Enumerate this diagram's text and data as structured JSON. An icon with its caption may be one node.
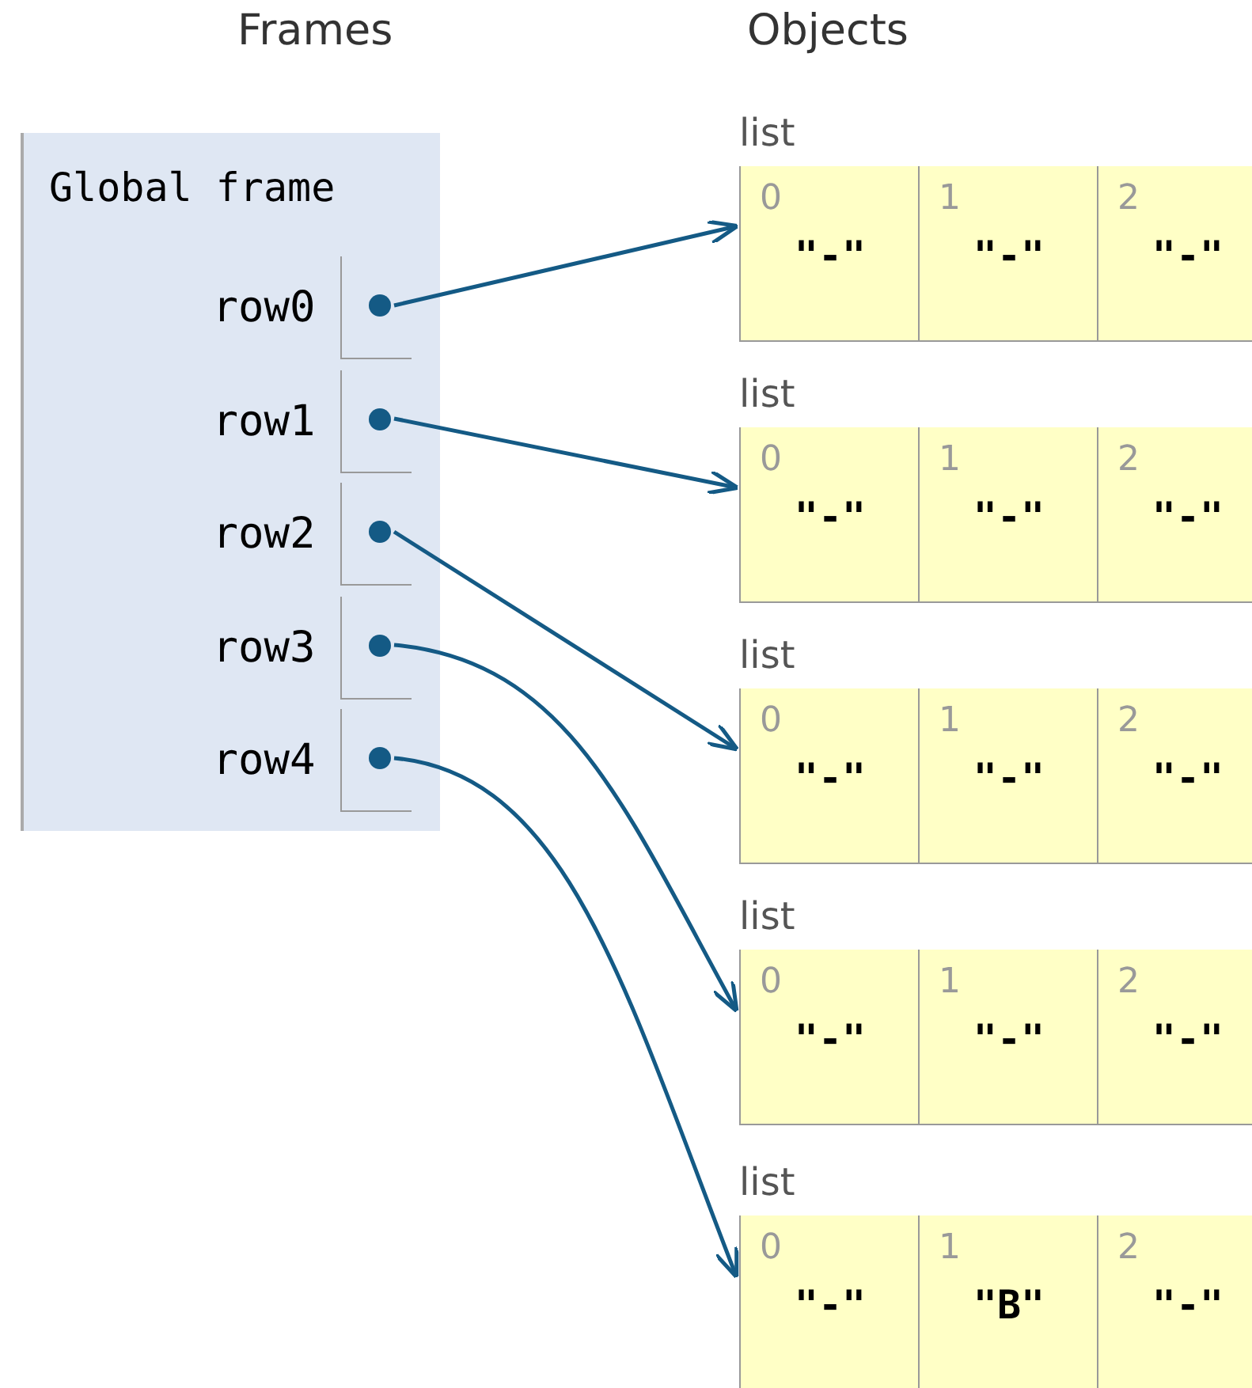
{
  "diagram": {
    "nodes": [
      {
        "text": [
          "Global frame"
        ]
      },
      {
        "text": [
          "row0"
        ],
        "in": 0
      },
      {
        "text": [
          "row1"
        ],
        "in": 0
      },
      {
        "text": [
          "row2"
        ],
        "in": 0
      },
      {
        "text": [
          "row3"
        ],
        "in": 0
      },
      {
        "text": [
          "row4"
        ],
        "in": 0
      },
      {
        "text": [
          "list"
        ]
      },
      {
        "text": [
          "0",
          "\"-\""
        ],
        "in": 6
      },
      {
        "text": [
          "1",
          "\"-\""
        ],
        "in": 6
      },
      {
        "text": [
          "2",
          "\"-\""
        ],
        "in": 6
      },
      {
        "text": [
          "list"
        ]
      },
      {
        "text": [
          "0",
          "\"-\""
        ],
        "in": 10
      },
      {
        "text": [
          "1",
          "\"-\""
        ],
        "in": 10
      },
      {
        "text": [
          "2",
          "\"-\""
        ],
        "in": 10
      },
      {
        "text": [
          "list"
        ]
      },
      {
        "text": [
          "0",
          "\"-\""
        ],
        "in": 14
      },
      {
        "text": [
          "1",
          "\"-\""
        ],
        "in": 14
      },
      {
        "text": [
          "2",
          "\"-\""
        ],
        "in": 14
      },
      {
        "text": [
          "list"
        ]
      },
      {
        "text": [
          "0",
          "\"-\""
        ],
        "in": 18
      },
      {
        "text": [
          "1",
          "\"-\""
        ],
        "in": 18
      },
      {
        "text": [
          "2",
          "\"-\""
        ],
        "in": 18
      },
      {
        "text": [
          "list"
        ]
      },
      {
        "text": [
          "0",
          "\"-\""
        ],
        "in": 22
      },
      {
        "text": [
          "1",
          "\"B\""
        ],
        "in": 22
      },
      {
        "text": [
          "2",
          "\"-\""
        ],
        "in": 22
      }
    ],
    "edges": [
      {
        "from": 1,
        "to": 6,
        "arrow": "to"
      },
      {
        "from": 2,
        "to": 10,
        "arrow": "to"
      },
      {
        "from": 3,
        "to": 14,
        "arrow": "to"
      },
      {
        "from": 4,
        "to": 18,
        "arrow": "to"
      },
      {
        "from": 5,
        "to": 22,
        "arrow": "to"
      }
    ],
    "labels": [
      "Frames",
      "Objects"
    ]
  }
}
